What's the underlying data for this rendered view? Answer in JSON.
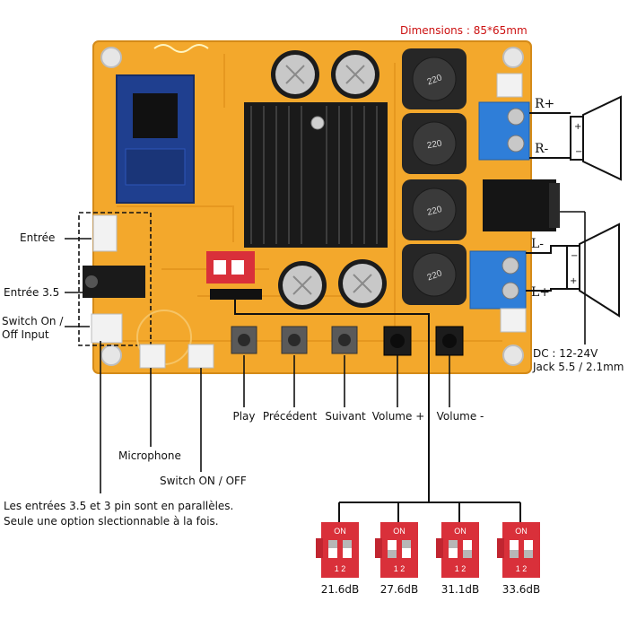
{
  "dimensions": "Dimensions : 85*65mm",
  "labels": {
    "entree": "Entrée",
    "entree35": "Entrée 3.5",
    "switch_input_l1": "Switch On /",
    "switch_input_l2": "Off Input",
    "microphone": "Microphone",
    "switch_onoff": "Switch ON / OFF",
    "play": "Play",
    "precedent": "Précédent",
    "suivant": "Suivant",
    "volume_plus": "Volume +",
    "volume_minus": "Volume -",
    "dc_l1": "DC : 12-24V",
    "dc_l2": "Jack 5.5 / 2.1mm",
    "note_l1": "Les entrées 3.5 et 3 pin sont en parallèles.",
    "note_l2": "Seule une option slectionnable à la fois."
  },
  "pcb": {
    "inductor_label": "220",
    "dip_on": "ON",
    "dip_pos": "1 2",
    "terminal_right_plus": "R+",
    "terminal_right_minus": "R-",
    "terminal_left_minus": "L-",
    "terminal_left_plus": "L+"
  },
  "dip_settings": [
    "21.6dB",
    "27.6dB",
    "31.1dB",
    "33.6dB"
  ],
  "colors": {
    "pcb": "#f3a82c",
    "heatsink": "#1a1a1a",
    "dip_red": "#d9303a",
    "dimension_red": "#cc1111"
  }
}
